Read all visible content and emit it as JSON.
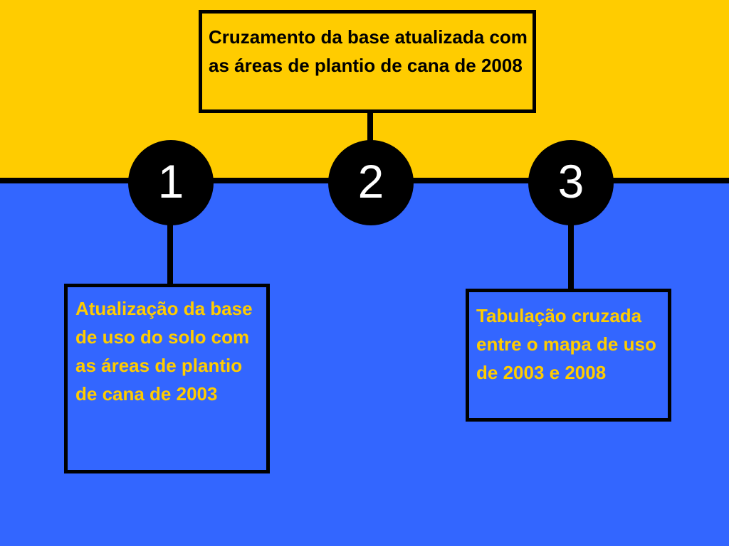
{
  "colors": {
    "top_band": "#ffcc00",
    "bottom_band": "#3366ff",
    "line": "#000000",
    "circle_fill": "#000000",
    "circle_text": "#ffffff",
    "box_top_text": "#000000",
    "box_bottom_text": "#ffcc00"
  },
  "steps": [
    {
      "number": "1",
      "text": "Atualização da base de uso do solo com as áreas de plantio de cana de 2003"
    },
    {
      "number": "2",
      "text": "Cruzamento da base atualizada com as áreas de plantio de cana de 2008"
    },
    {
      "number": "3",
      "text": "Tabulação cruzada entre o mapa de uso de 2003 e 2008"
    }
  ]
}
